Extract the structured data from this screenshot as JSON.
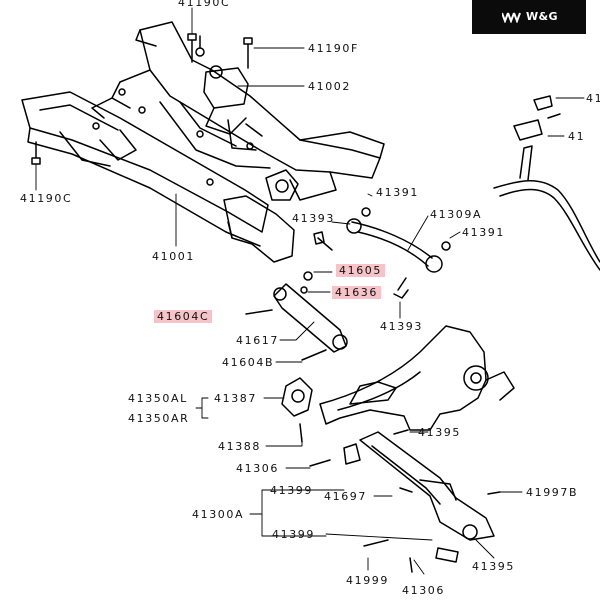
{
  "brand": {
    "name": "W&G",
    "logo_icon": "triple-chevron-logo-icon",
    "background": "#0b0b0b"
  },
  "highlight_color": "#f6c3c8",
  "labels": {
    "l41190c_top": "41190C",
    "l41190f": "41190F",
    "l41002": "41002",
    "l41190c_left": "41190C",
    "l41001": "41001",
    "l41391_a": "41391",
    "l41393_a": "41393",
    "l41309a": "41309A",
    "l41391_b": "41391",
    "l41605": "41605",
    "l41636": "41636",
    "l41604c": "41604C",
    "l41393_b": "41393",
    "l41617": "41617",
    "l41604b": "41604B",
    "l41350al": "41350AL",
    "l41350ar": "41350AR",
    "l41387": "41387",
    "l41395_a": "41395",
    "l41388": "41388",
    "l41306_a": "41306",
    "l41399_a": "41399",
    "l41697": "41697",
    "l41997b": "41997B",
    "l41300a": "41300A",
    "l41399_b": "41399",
    "l41999": "41999",
    "l41306_b": "41306",
    "l41395_b": "41395",
    "l41_cut": "41",
    "l41_cut2": "41"
  }
}
